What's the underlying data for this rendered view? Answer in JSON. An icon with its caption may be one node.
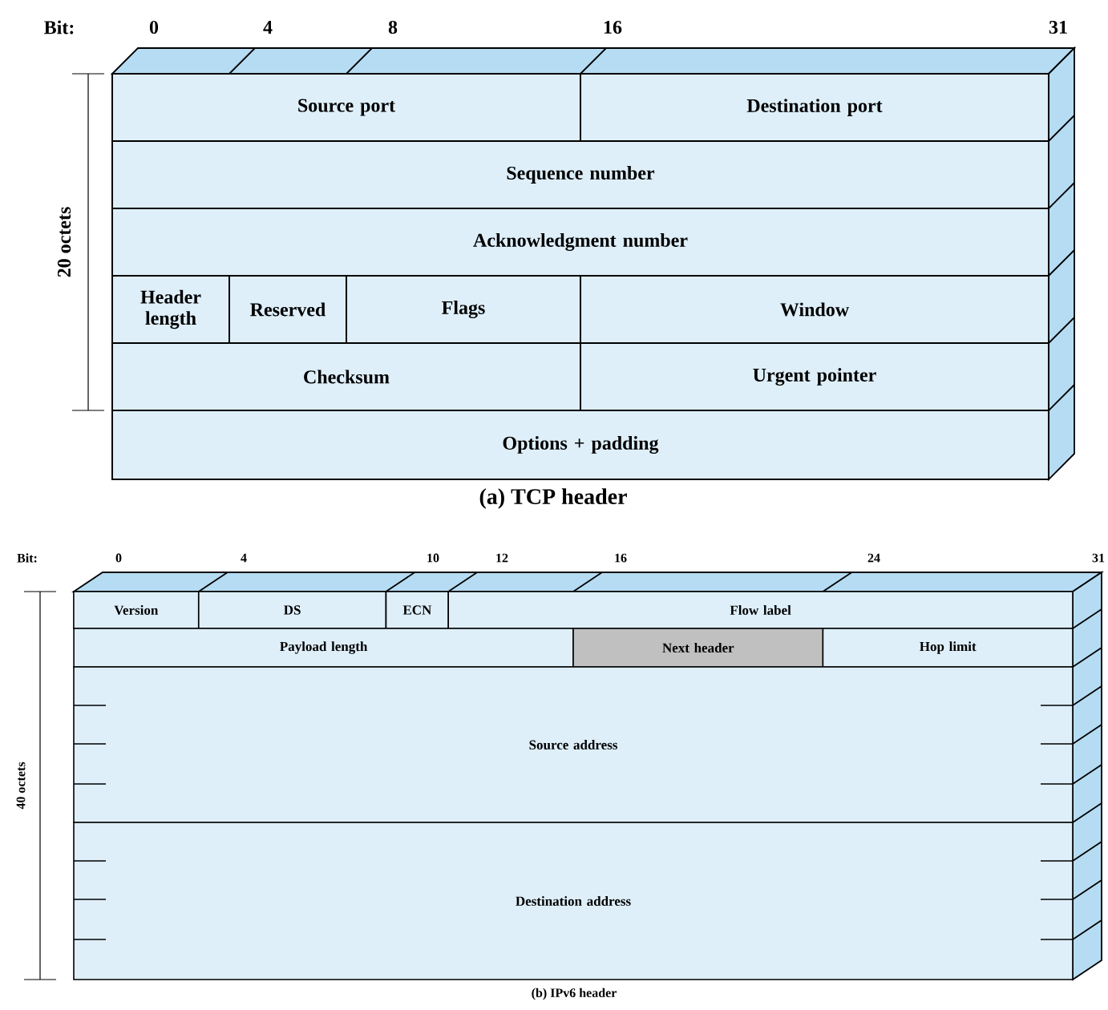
{
  "diagram": {
    "nodes": [
      {
        "text": [
          "Source port"
        ]
      },
      {
        "text": [
          "Destination port"
        ]
      },
      {
        "text": [
          "Sequence number"
        ]
      },
      {
        "text": [
          "Acknowledgment number"
        ]
      },
      {
        "text": [
          "Header length"
        ]
      },
      {
        "text": [
          "Reserved"
        ]
      },
      {
        "text": [
          "Flags"
        ]
      },
      {
        "text": [
          "Window"
        ]
      },
      {
        "text": [
          "Checksum"
        ]
      },
      {
        "text": [
          "Urgent pointer"
        ]
      },
      {
        "text": [
          "Options + padding"
        ]
      },
      {
        "text": [
          "Version"
        ]
      },
      {
        "text": [
          "DS"
        ]
      },
      {
        "text": [
          "ECN"
        ]
      },
      {
        "text": [
          "Flow label"
        ]
      },
      {
        "text": [
          "Payload length"
        ]
      },
      {
        "text": [
          "Next header"
        ]
      },
      {
        "text": [
          "Hop limit"
        ]
      },
      {
        "text": [
          "Source address"
        ]
      },
      {
        "text": [
          "Destination address"
        ]
      }
    ],
    "labels": [
      "Bit:",
      "0",
      "4",
      "8",
      "16",
      "31",
      "20 octets",
      "(a) TCP header",
      "Bit:",
      "0",
      "4",
      "10",
      "12",
      "16",
      "24",
      "31",
      "40 octets",
      "(b) IPv6 header"
    ]
  }
}
